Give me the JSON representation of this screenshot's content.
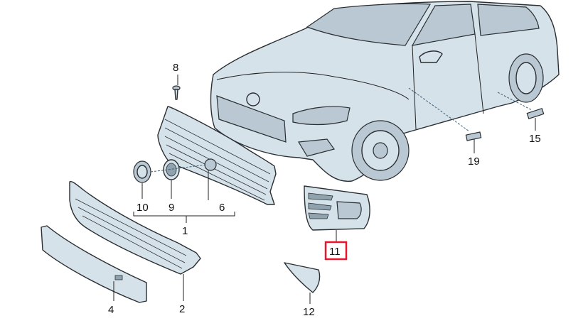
{
  "parts": {
    "p1": "1",
    "p2": "2",
    "p4": "4",
    "p6": "6",
    "p8": "8",
    "p9": "9",
    "p10": "10",
    "p11": "11",
    "p12": "12",
    "p15": "15",
    "p19": "19"
  },
  "highlight": {
    "part": "11",
    "color": "#e8152c"
  },
  "colors": {
    "part_fill": "#d6e2ea",
    "outline": "#2a2f33"
  }
}
